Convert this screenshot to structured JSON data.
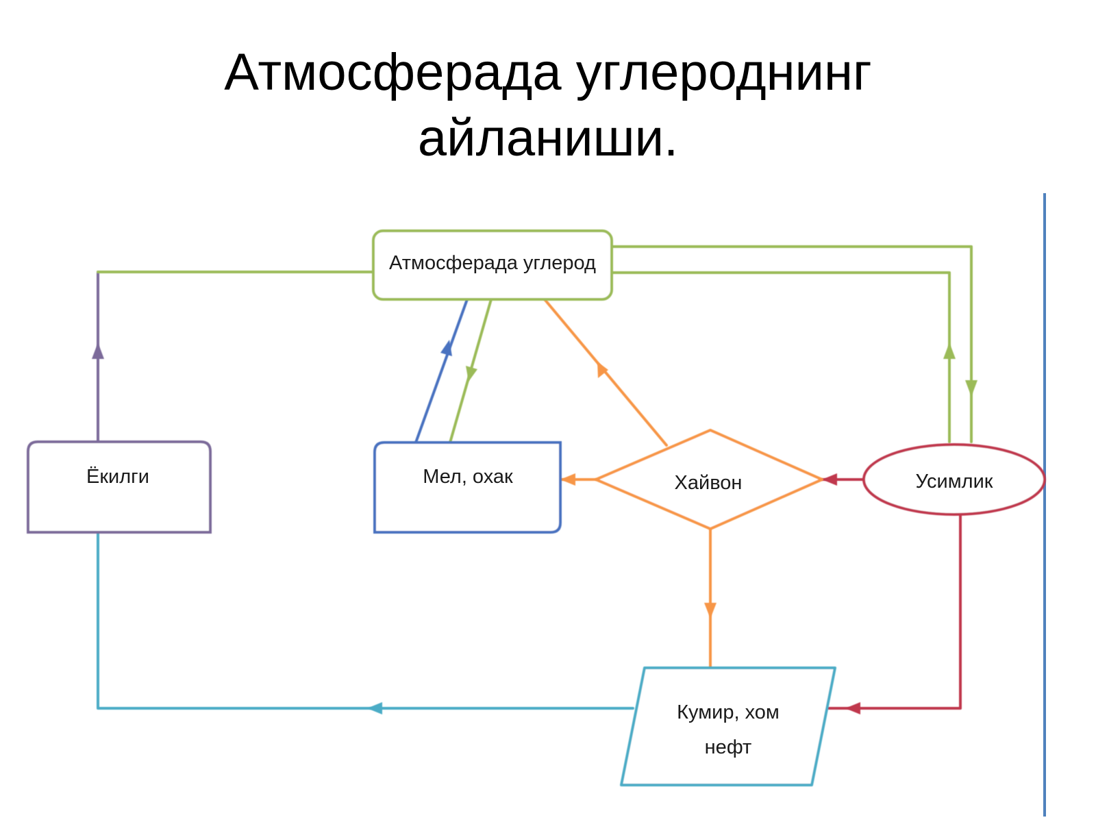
{
  "title": {
    "line1": "Атмосферада углероднинг",
    "line2": "айланиши."
  },
  "nodes": {
    "atmosphere": "Атмосферада углерод",
    "fuel": "Ёкилги",
    "chalk": "Мел, охак",
    "animal": "Хайвон",
    "plant": "Усимлик",
    "coal_line1": "Кумир, хом",
    "coal_line2": "нефт"
  },
  "colors": {
    "green": "#9bbb59",
    "purple": "#7b6a9a",
    "blue": "#4a72c0",
    "orange": "#f79646",
    "red": "#c0394e",
    "teal": "#4bacc6",
    "divider": "#4f81bd"
  }
}
